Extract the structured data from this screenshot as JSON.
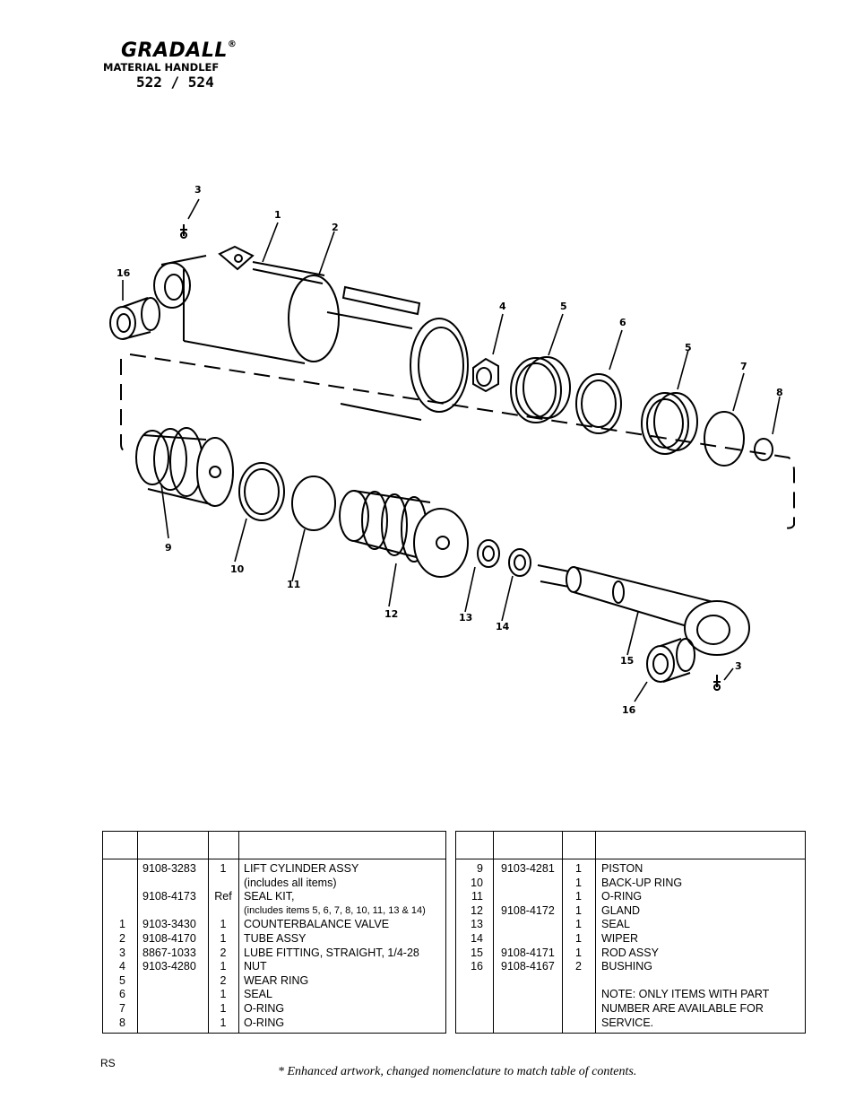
{
  "header": {
    "brand": "GRADALL",
    "registered": "®",
    "subtitle": "MATERIAL HANDLEF",
    "model": "522 / 524"
  },
  "diagram": {
    "callouts": [
      "3",
      "1",
      "2",
      "16",
      "4",
      "5",
      "6",
      "5",
      "7",
      "8",
      "9",
      "10",
      "11",
      "12",
      "13",
      "14",
      "15",
      "3",
      "16"
    ]
  },
  "left_table": {
    "rows": [
      {
        "item": "",
        "part": "9108-3283",
        "qty": "1",
        "desc": "LIFT CYLINDER ASSY"
      },
      {
        "item": "",
        "part": "",
        "qty": "",
        "desc": "(includes all items)"
      },
      {
        "item": "",
        "part": "9108-4173",
        "qty": "Ref",
        "desc": "SEAL KIT,"
      },
      {
        "item": "",
        "part": "",
        "qty": "",
        "desc": "(includes items 5, 6, 7, 8, 10, 11, 13 & 14)"
      },
      {
        "item": "1",
        "part": "9103-3430",
        "qty": "1",
        "desc": "COUNTERBALANCE VALVE"
      },
      {
        "item": "2",
        "part": "9108-4170",
        "qty": "1",
        "desc": "TUBE ASSY"
      },
      {
        "item": "3",
        "part": "8867-1033",
        "qty": "2",
        "desc": "LUBE FITTING, STRAIGHT, 1/4-28"
      },
      {
        "item": "4",
        "part": "9103-4280",
        "qty": "1",
        "desc": "NUT"
      },
      {
        "item": "5",
        "part": "",
        "qty": "2",
        "desc": "WEAR RING"
      },
      {
        "item": "6",
        "part": "",
        "qty": "1",
        "desc": "SEAL"
      },
      {
        "item": "7",
        "part": "",
        "qty": "1",
        "desc": "O-RING"
      },
      {
        "item": "8",
        "part": "",
        "qty": "1",
        "desc": "O-RING"
      }
    ]
  },
  "right_table": {
    "rows": [
      {
        "item": "9",
        "part": "9103-4281",
        "qty": "1",
        "desc": "PISTON"
      },
      {
        "item": "10",
        "part": "",
        "qty": "1",
        "desc": "BACK-UP RING"
      },
      {
        "item": "11",
        "part": "",
        "qty": "1",
        "desc": "O-RING"
      },
      {
        "item": "12",
        "part": "9108-4172",
        "qty": "1",
        "desc": "GLAND"
      },
      {
        "item": "13",
        "part": "",
        "qty": "1",
        "desc": "SEAL"
      },
      {
        "item": "14",
        "part": "",
        "qty": "1",
        "desc": "WIPER"
      },
      {
        "item": "15",
        "part": "9108-4171",
        "qty": "1",
        "desc": "ROD ASSY"
      },
      {
        "item": "16",
        "part": "9108-4167",
        "qty": "2",
        "desc": "BUSHING"
      },
      {
        "item": "",
        "part": "",
        "qty": "",
        "desc": ""
      },
      {
        "item": "",
        "part": "",
        "qty": "",
        "desc": "NOTE: ONLY ITEMS WITH PART"
      },
      {
        "item": "",
        "part": "",
        "qty": "",
        "desc": "NUMBER ARE AVAILABLE FOR"
      },
      {
        "item": "",
        "part": "",
        "qty": "",
        "desc": "SERVICE."
      }
    ]
  },
  "footer": {
    "code": "RS",
    "note": "* Enhanced artwork, changed nomenclature to match table of contents."
  }
}
